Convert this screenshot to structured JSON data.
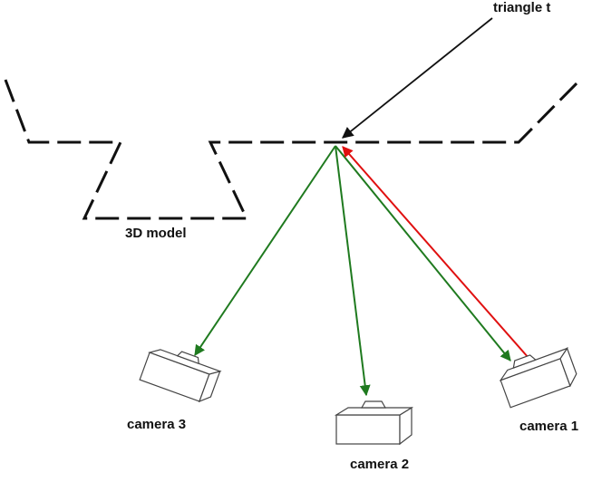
{
  "labels": {
    "triangle": "triangle t",
    "model": "3D model",
    "camera1": "camera 1",
    "camera2": "camera 2",
    "camera3": "camera 3"
  },
  "colors": {
    "model_line": "#111111",
    "visible_ray": "#1f7a1f",
    "occluded_ray": "#e01010",
    "pointer": "#111111",
    "camera_outline": "#444444",
    "camera_fill": "#ffffff"
  },
  "icons": {
    "camera": "camera-icon"
  }
}
